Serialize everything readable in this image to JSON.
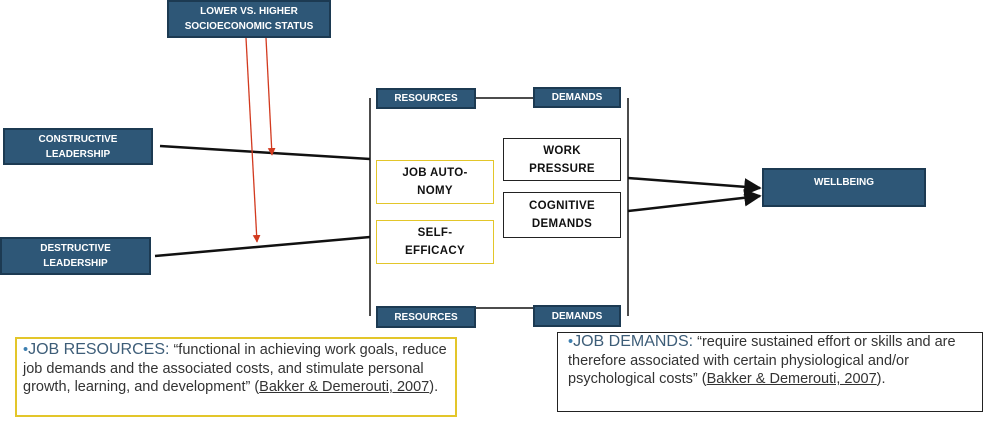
{
  "nodes": {
    "ses": {
      "line1": "LOWER VS. HIGHER",
      "line2": "SOCIOECONOMIC STATUS"
    },
    "constructive": {
      "line1": "CONSTRUCTIVE",
      "line2": "LEADERSHIP"
    },
    "destructive": {
      "line1": "DESTRUCTIVE",
      "line2": "LEADERSHIP"
    },
    "resources_top": "RESOURCES",
    "demands_top": "DEMANDS",
    "resources_bottom": "RESOURCES",
    "demands_bottom": "DEMANDS",
    "job_autonomy": {
      "line1": "JOB AUTO-",
      "line2": "NOMY"
    },
    "self_efficacy": {
      "line1": "SELF-",
      "line2": "EFFICACY"
    },
    "work_pressure": {
      "line1": "WORK",
      "line2": "PRESSURE"
    },
    "cognitive_demands": {
      "line1": "COGNITIVE",
      "line2": "DEMANDS"
    },
    "wellbeing": "WELLBEING"
  },
  "notes": {
    "job_resources": {
      "bullet": "•",
      "term": "JOB RESOURCES:",
      "text": " “functional in achieving work goals, reduce job demands and the associated costs, and stimulate personal growth, learning, and development” (",
      "citation": "Bakker & Demerouti, 2007",
      "tail": ")."
    },
    "job_demands": {
      "bullet": "•",
      "term": "JOB DEMANDS:",
      "text": " “require sustained effort or skills and are therefore associated with certain physiological and/or psychological costs” (",
      "citation": "Bakker & Demerouti, 2007",
      "tail": ")."
    }
  },
  "colors": {
    "node_fill": "#2e5777",
    "resource_border": "#e3c62a",
    "moderator_arrow": "#d23a1f",
    "line": "#111111"
  }
}
